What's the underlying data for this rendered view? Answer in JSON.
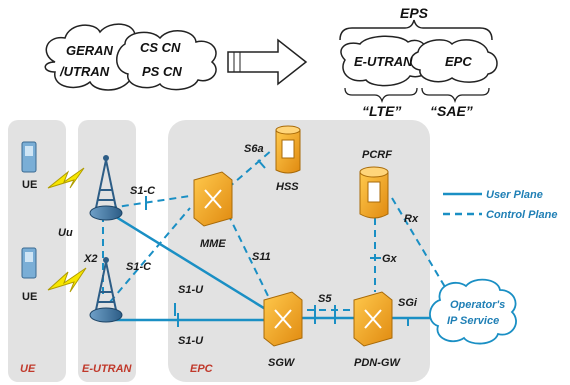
{
  "top": {
    "old_cloud": {
      "geran": "GERAN",
      "utran": "/UTRAN",
      "cs": "CS CN",
      "ps": "PS CN"
    },
    "eps_label": "EPS",
    "eutran": "E-UTRAN",
    "epc": "EPC",
    "lte": "“LTE”",
    "sae": "“SAE”"
  },
  "regions": {
    "ue": "UE",
    "eutran": "E-UTRAN",
    "epc": "EPC"
  },
  "nodes": {
    "ue1": "UE",
    "ue2": "UE",
    "mme": "MME",
    "hss": "HSS",
    "pcrf": "PCRF",
    "sgw": "SGW",
    "pdngw": "PDN-GW",
    "operator_line1": "Operator's",
    "operator_line2": "IP Service"
  },
  "interfaces": {
    "uu": "Uu",
    "x2": "X2",
    "s1c_top": "S1-C",
    "s1c_bottom": "S1-C",
    "s1u_top": "S1-U",
    "s1u_bottom": "S1-U",
    "s6a": "S6a",
    "s11": "S11",
    "s5": "S5",
    "sgi": "SGi",
    "gx": "Gx",
    "rx": "Rx"
  },
  "legend": {
    "user_plane": "User Plane",
    "control_plane": "Control  Plane"
  },
  "colors": {
    "user_plane": "#1a8fc4",
    "node_orange": "#f5a623",
    "region_bg": "#e2e2e2",
    "red_label": "#c0392b"
  }
}
